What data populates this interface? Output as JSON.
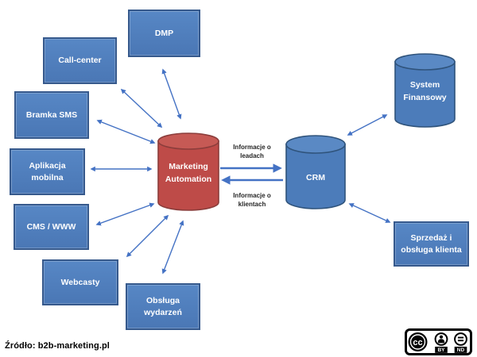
{
  "diagram": {
    "nodes": {
      "dmp": "DMP",
      "call_center": "Call-center",
      "bramka_sms": "Bramka SMS",
      "aplikacja_mobilna": "Aplikacja mobilna",
      "cms_www": "CMS / WWW",
      "webcasty": "Webcasty",
      "obsluga_wydarzen": "Obsługa wydarzeń",
      "marketing_automation": "Marketing Automation",
      "crm": "CRM",
      "system_finansowy": "System Finansowy",
      "sprzedaz_obsluga": "Sprzedaż i obsługa klienta"
    },
    "flow_labels": {
      "ma_to_crm": "Informacje o leadach",
      "crm_to_ma": "Informacje o klientach"
    },
    "colors": {
      "node_blue": "#4F81BD",
      "node_blue_border": "#36598C",
      "node_red": "#BE4B48",
      "node_red_border": "#8B3D3B",
      "arrow_blue": "#4472C4"
    }
  },
  "footer": {
    "source": "Źródło: b2b-marketing.pl"
  },
  "license": {
    "cc": "cc",
    "terms": [
      "BY",
      "ND"
    ]
  }
}
